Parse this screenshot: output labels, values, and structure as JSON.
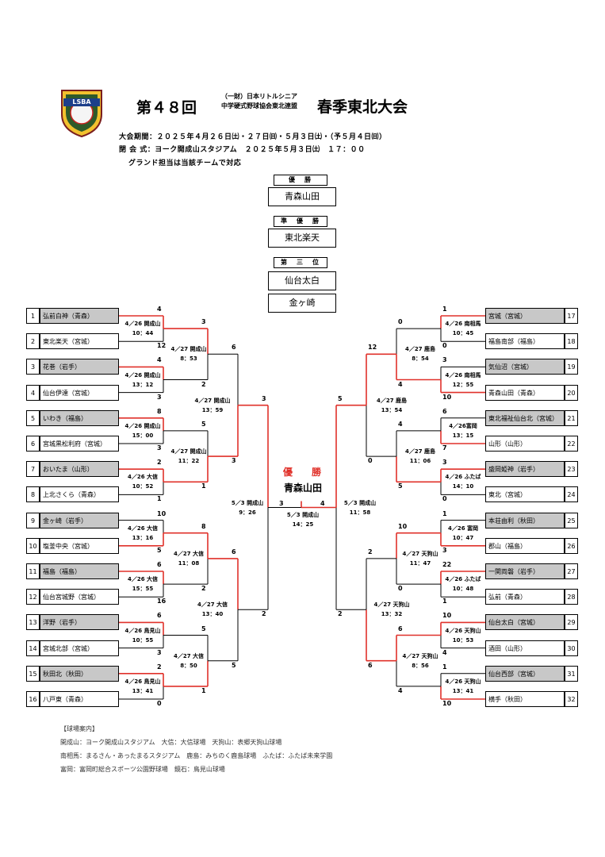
{
  "header": {
    "round": "第４８回",
    "org_line1": "（一財）日本リトルシニア",
    "org_line2": "中学硬式野球協会東北連盟",
    "tournament": "春季東北大会",
    "logo_text": "LSBA",
    "period": "大会期間：２０２５年４月２６日㈯・２７日㈰・５月３日㈯・（予５月４日㈰）",
    "closing": "閉 会 式：ヨーク開成山スタジアム　２０２５年５月３日㈯　１７：００",
    "ground": "グランド担当は当該チームで対応"
  },
  "results": {
    "winner_label": "優　勝",
    "winner": "青森山田",
    "runner_label": "準　優　勝",
    "runner": "東北楽天",
    "third_label": "第　三　位",
    "third": [
      "仙台太白",
      "金ヶ崎"
    ]
  },
  "final": {
    "label": "優　勝",
    "champion": "青森山田",
    "left_score": "3",
    "right_score": "4",
    "info": [
      "5／3 開成山",
      "14：25"
    ]
  },
  "left_teams": [
    {
      "no": "1",
      "name": "弘前白神（青森）",
      "winner": true
    },
    {
      "no": "2",
      "name": "東北楽天（宮城）",
      "winner": false
    },
    {
      "no": "3",
      "name": "花巻（岩手）",
      "winner": true
    },
    {
      "no": "4",
      "name": "仙台伊達（宮城）",
      "winner": false
    },
    {
      "no": "5",
      "name": "いわき（福島）",
      "winner": true
    },
    {
      "no": "6",
      "name": "宮城黒松利府（宮城）",
      "winner": false
    },
    {
      "no": "7",
      "name": "おいたま（山形）",
      "winner": true
    },
    {
      "no": "8",
      "name": "上北さくら（青森）",
      "winner": false
    },
    {
      "no": "9",
      "name": "金ヶ崎（岩手）",
      "winner": false
    },
    {
      "no": "10",
      "name": "塩釜中央（宮城）",
      "winner": true
    },
    {
      "no": "11",
      "name": "福島（福島）",
      "winner": true
    },
    {
      "no": "12",
      "name": "仙台宮城野（宮城）",
      "winner": false
    },
    {
      "no": "13",
      "name": "洋野（岩手）",
      "winner": true
    },
    {
      "no": "14",
      "name": "宮城北部（宮城）",
      "winner": false
    },
    {
      "no": "15",
      "name": "秋田北（秋田）",
      "winner": true
    },
    {
      "no": "16",
      "name": "八戸東（青森）",
      "winner": false
    }
  ],
  "right_teams": [
    {
      "no": "17",
      "name": "宮城（宮城）",
      "winner": true
    },
    {
      "no": "18",
      "name": "福島南部（福島）",
      "winner": false
    },
    {
      "no": "19",
      "name": "気仙沼（宮城）",
      "winner": false
    },
    {
      "no": "20",
      "name": "青森山田（青森）",
      "winner": true
    },
    {
      "no": "21",
      "name": "東北福祉仙台北（宮城）",
      "winner": false
    },
    {
      "no": "22",
      "name": "山形（山形）",
      "winner": true
    },
    {
      "no": "23",
      "name": "盛岡姫神（岩手）",
      "winner": true
    },
    {
      "no": "24",
      "name": "東北（宮城）",
      "winner": false
    },
    {
      "no": "25",
      "name": "本荘由利（秋田）",
      "winner": false
    },
    {
      "no": "26",
      "name": "郡山（福島）",
      "winner": true
    },
    {
      "no": "27",
      "name": "一関両磐（岩手）",
      "winner": true
    },
    {
      "no": "28",
      "name": "弘前（青森）",
      "winner": false
    },
    {
      "no": "29",
      "name": "仙台太白（宮城）",
      "winner": true
    },
    {
      "no": "30",
      "name": "酒田（山形）",
      "winner": false
    },
    {
      "no": "31",
      "name": "仙台西部（宮城）",
      "winner": false
    },
    {
      "no": "32",
      "name": "横手（秋田）",
      "winner": true
    }
  ],
  "left_r1": [
    {
      "s1": "4",
      "s2": "12",
      "d": "4／26 開成山",
      "t": "10：44"
    },
    {
      "s1": "4",
      "s2": "3",
      "d": "4／26 開成山",
      "t": "13：12"
    },
    {
      "s1": "8",
      "s2": "3",
      "d": "4／26 開成山",
      "t": "15：00"
    },
    {
      "s1": "2",
      "s2": "1",
      "d": "4／26 大信",
      "t": "10：52"
    },
    {
      "s1": "10",
      "s2": "5",
      "d": "4／26 大信",
      "t": "13：16"
    },
    {
      "s1": "6",
      "s2": "16",
      "d": "4／26 大信",
      "t": "15：55"
    },
    {
      "s1": "6",
      "s2": "3",
      "d": "4／26 鳥見山",
      "t": "10：55"
    },
    {
      "s1": "2",
      "s2": "0",
      "d": "4／26 鳥見山",
      "t": "13：41"
    }
  ],
  "left_r2": [
    {
      "s1": "3",
      "s2": "2",
      "d": "4／27 開成山",
      "t": "8：53"
    },
    {
      "s1": "5",
      "s2": "1",
      "d": "4／27 開成山",
      "t": "11：22"
    },
    {
      "s1": "8",
      "s2": "2",
      "d": "4／27 大信",
      "t": "11：08"
    },
    {
      "s1": "5",
      "s2": "1",
      "d": "4／27 大信",
      "t": "8：50"
    }
  ],
  "left_r3": [
    {
      "s1": "6",
      "s2": "3",
      "d": "4／27 開成山",
      "t": "13：59"
    },
    {
      "s1": "6",
      "s2": "5",
      "d": "4／27 大信",
      "t": "13：40"
    }
  ],
  "left_sf": {
    "s1": "3",
    "s2": "2",
    "d": "5／3 開成山",
    "t": "9：26"
  },
  "right_r1": [
    {
      "s1": "1",
      "s2": "0",
      "d": "4／26 南相馬",
      "t": "10：45"
    },
    {
      "s1": "3",
      "s2": "10",
      "d": "4／26 南相馬",
      "t": "12：55"
    },
    {
      "s1": "6",
      "s2": "7",
      "d": "4／26富岡",
      "t": "13：15"
    },
    {
      "s1": "3",
      "s2": "0",
      "d": "4／26 ふたば",
      "t": "14：10"
    },
    {
      "s1": "1",
      "s2": "3",
      "d": "4／26 富岡",
      "t": "10：47"
    },
    {
      "s1": "22",
      "s2": "1",
      "d": "4／26 ふたば",
      "t": "10：48"
    },
    {
      "s1": "10",
      "s2": "4",
      "d": "4／26 天狗山",
      "t": "10：53"
    },
    {
      "s1": "1",
      "s2": "10",
      "d": "4／26 天狗山",
      "t": "13：41"
    }
  ],
  "right_r2": [
    {
      "s1": "0",
      "s2": "4",
      "d": "4／27 鹿島",
      "t": "8：54"
    },
    {
      "s1": "4",
      "s2": "5",
      "d": "4／27 鹿島",
      "t": "11：06"
    },
    {
      "s1": "10",
      "s2": "0",
      "d": "4／27 天狗山",
      "t": "11：47"
    },
    {
      "s1": "6",
      "s2": "4",
      "d": "4／27 天狗山",
      "t": "8：56"
    }
  ],
  "right_r3": [
    {
      "s1": "12",
      "s2": "0",
      "d": "4／27 鹿島",
      "t": "13：54"
    },
    {
      "s1": "2",
      "s2": "6",
      "d": "4／27 天狗山",
      "t": "13：32"
    }
  ],
  "right_sf": {
    "s1": "5",
    "s2": "2",
    "d": "5／3 開成山",
    "t": "11：58"
  },
  "venues": {
    "title": "【球場案内】",
    "lines": [
      "開成山：ヨーク開成山スタジアム　大信：大信球場　天狗山：表郷天狗山球場",
      "南相馬：まるさん・あったまるスタジアム　鹿島：みちのく鹿島球場　ふたば：ふたば未来学園",
      "富岡：富岡町総合スポーツ公園野球場　鏡石：鳥見山球場"
    ]
  },
  "colors": {
    "win": "#e0312a",
    "line": "#000000",
    "grey": "#c8c8c8"
  }
}
